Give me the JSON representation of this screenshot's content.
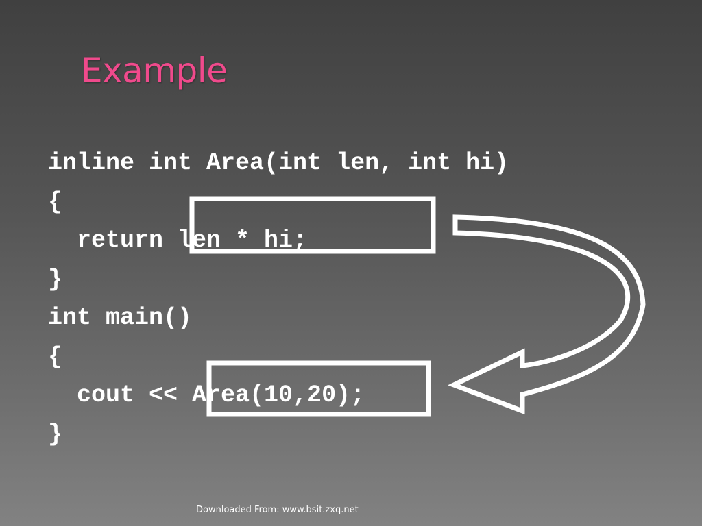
{
  "slide": {
    "title": "Example",
    "code_lines": [
      "inline int Area(int len, int hi)",
      "{",
      "  return len * hi;",
      "}",
      "int main()",
      "{",
      "  cout << Area(10,20);",
      "}"
    ],
    "footer": "Downloaded From: www.bsit.zxq.net"
  },
  "colors": {
    "title": "#f04a8c",
    "code_text": "#ffffff",
    "outline": "#ffffff",
    "background_top": "#404040",
    "background_bottom": "#828282"
  }
}
